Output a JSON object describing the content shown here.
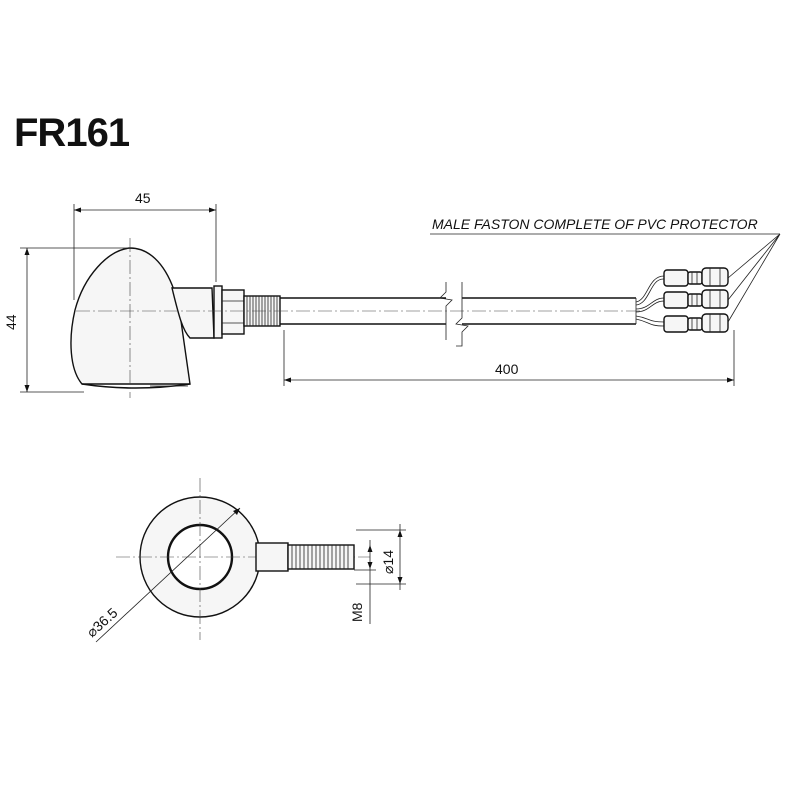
{
  "title": "FR161",
  "note": "MALE FASTON COMPLETE OF PVC PROTECTOR",
  "dimensions": {
    "width": "45",
    "height": "44",
    "cable_length": "400",
    "diameter_body": "⌀36.5",
    "diameter_thread": "⌀14",
    "thread": "M8"
  }
}
